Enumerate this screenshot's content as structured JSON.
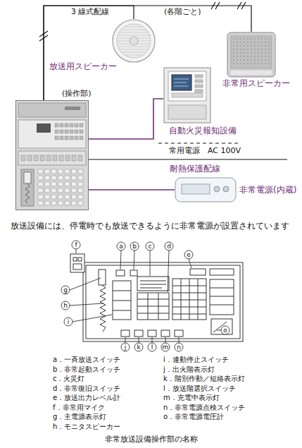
{
  "diagram": {
    "caption": "非常放送設備操作部の名称",
    "nodes": [
      {
        "text": [
          "放送用スピーカー"
        ]
      },
      {
        "text": [
          "非常用スピーカー"
        ]
      },
      {
        "text": [
          "自動火災報知設備"
        ]
      },
      {
        "text": [
          "(操作部)"
        ]
      },
      {
        "text": [
          "非常電源(内蔵)"
        ]
      }
    ],
    "edges": [
      {
        "from": 3,
        "to": 0,
        "arrow": "none",
        "label": "3 線式配線"
      },
      {
        "from": 3,
        "to": 1,
        "arrow": "none",
        "label": "(各階ごと)"
      },
      {
        "from": 3,
        "to": 2,
        "arrow": "none"
      },
      {
        "from": 3,
        "to": 4,
        "arrow": "none",
        "label": "耐熱保護配線"
      }
    ],
    "labels": [
      "常用電源　AC 100V",
      "放送設備には、停電時でも放送できるように非常電源が設置されています",
      "f",
      "a",
      "b",
      "c",
      "d",
      "e",
      "g",
      "h",
      "i",
      "o",
      "j",
      "k",
      "l",
      "m",
      "n",
      "a．一斉放送スイッチ",
      "b．非常起動スイッチ",
      "c．火災灯",
      "d．非常復旧スイッチ",
      "e．放送出力レベル計",
      "f．非常用マイク",
      "g．主電源表示灯",
      "h．モニタスピーカー",
      "i．連動停止スイッチ",
      "j．出火階表示灯",
      "k．階別作動／短絡表示灯",
      "l．放送階選択スイッチ",
      "m．充電中表示灯",
      "n．非常電源点検スイッチ",
      "o．非常電源電圧計"
    ]
  }
}
